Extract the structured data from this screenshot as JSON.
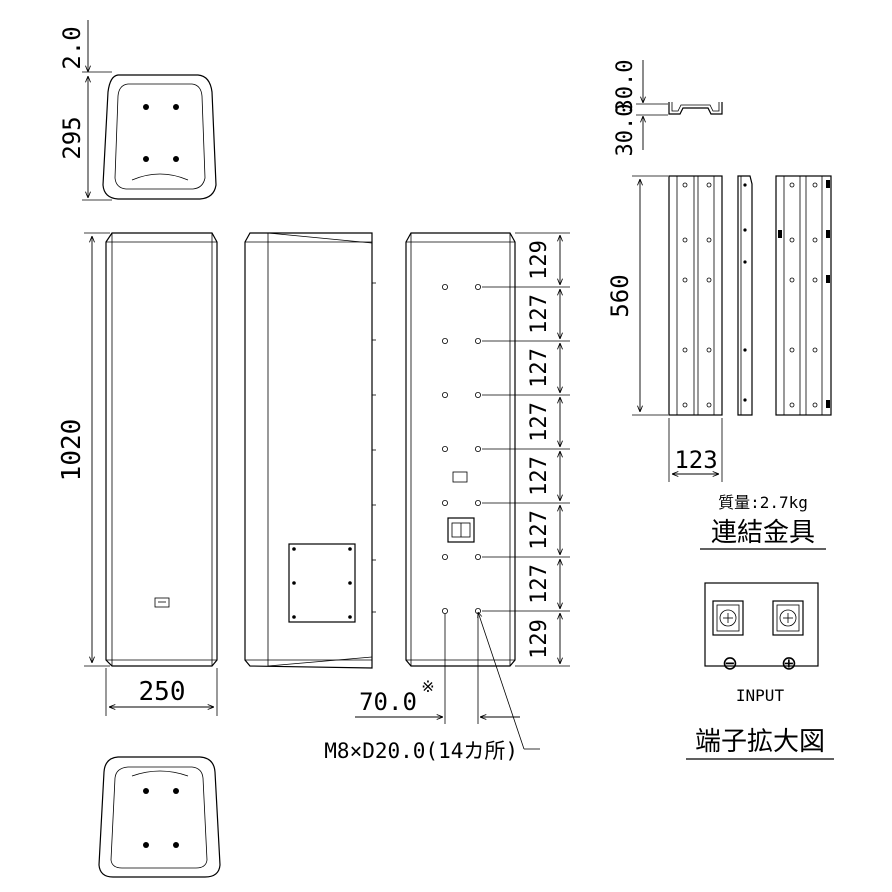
{
  "dimensions": {
    "top_gap": "2.0",
    "top_depth": "295",
    "height": "1020",
    "width": "250",
    "rear_pitch_top": "129",
    "rear_pitch": "127",
    "rear_pitch_bottom": "129",
    "hole_offset": "70.0",
    "hole_offset_mark": "※",
    "bolt_spec": "M8×D20.0(14カ所)",
    "bracket_thickness": "30.0",
    "bracket_length": "560",
    "bracket_width": "123"
  },
  "bracket": {
    "mass": "質量:2.7kg",
    "title": "連結金具"
  },
  "terminal": {
    "minus_symbol": "⊖",
    "plus_symbol": "⊕",
    "input_label": "INPUT",
    "title": "端子拡大図"
  }
}
